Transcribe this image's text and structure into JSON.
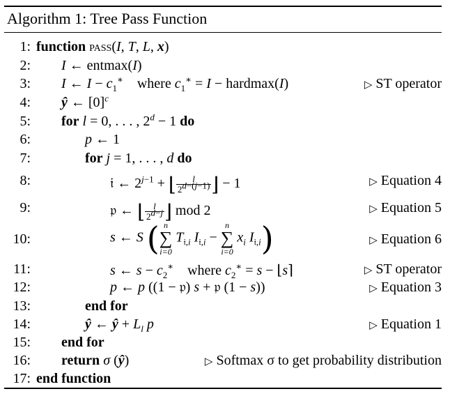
{
  "caption": "Algorithm 1: Tree Pass Function",
  "lines": [
    {
      "n": "1:"
    },
    {
      "n": "2:"
    },
    {
      "n": "3:"
    },
    {
      "n": "4:"
    },
    {
      "n": "5:"
    },
    {
      "n": "6:"
    },
    {
      "n": "7:"
    },
    {
      "n": "8:"
    },
    {
      "n": "9:"
    },
    {
      "n": "10:"
    },
    {
      "n": "11:"
    },
    {
      "n": "12:"
    },
    {
      "n": "13:"
    },
    {
      "n": "14:"
    },
    {
      "n": "15:"
    },
    {
      "n": "16:"
    },
    {
      "n": "17:"
    }
  ],
  "keywords": {
    "function": "function",
    "for": "for",
    "do": "do",
    "end_for": "end for",
    "return": "return",
    "end_function": "end function",
    "where": "where",
    "mod": "mod",
    "entmax": "entmax",
    "hardmax": "hardmax",
    "pass": "pass"
  },
  "comments": {
    "l3": "ST operator",
    "l8": "Equation 4",
    "l9": "Equation 5",
    "l10": "Equation 6",
    "l11": "ST operator",
    "l12": "Equation 3",
    "l14": "Equation 1",
    "l16": "Softmax σ to get probability distribution"
  }
}
